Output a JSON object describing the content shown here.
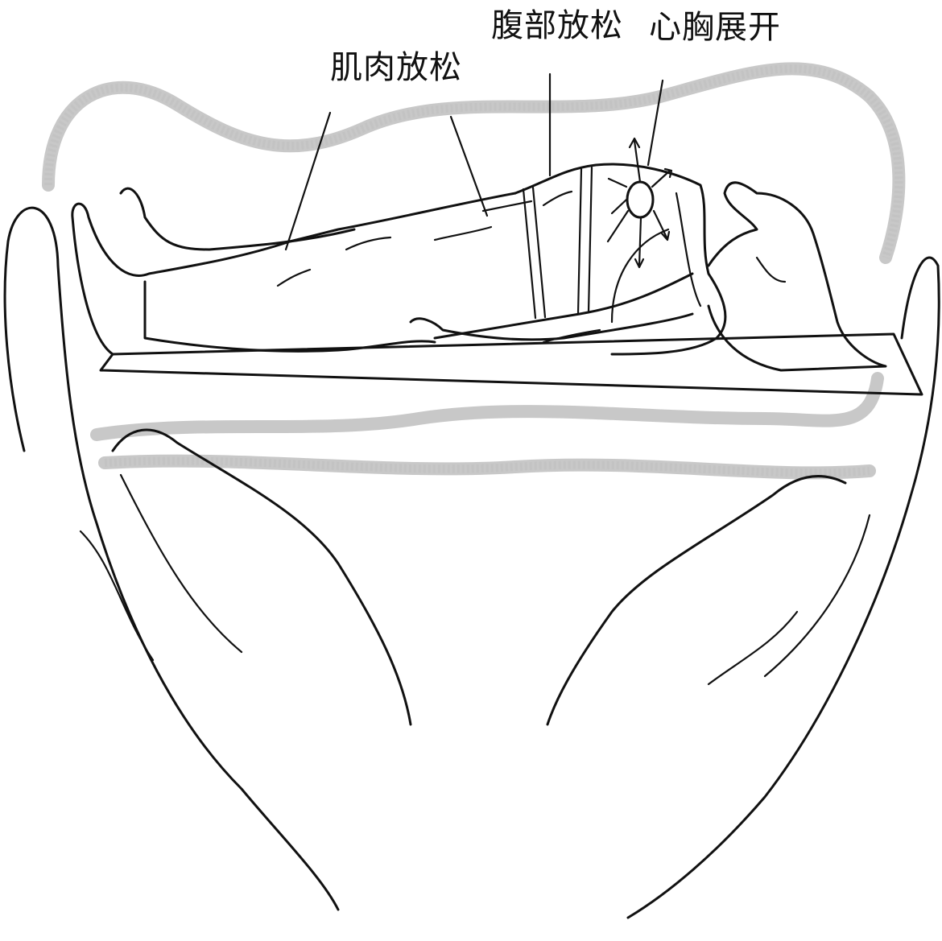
{
  "labels": {
    "muscle": "肌肉放松",
    "abdomen": "腹部放松",
    "chest": "心胸展开"
  }
}
